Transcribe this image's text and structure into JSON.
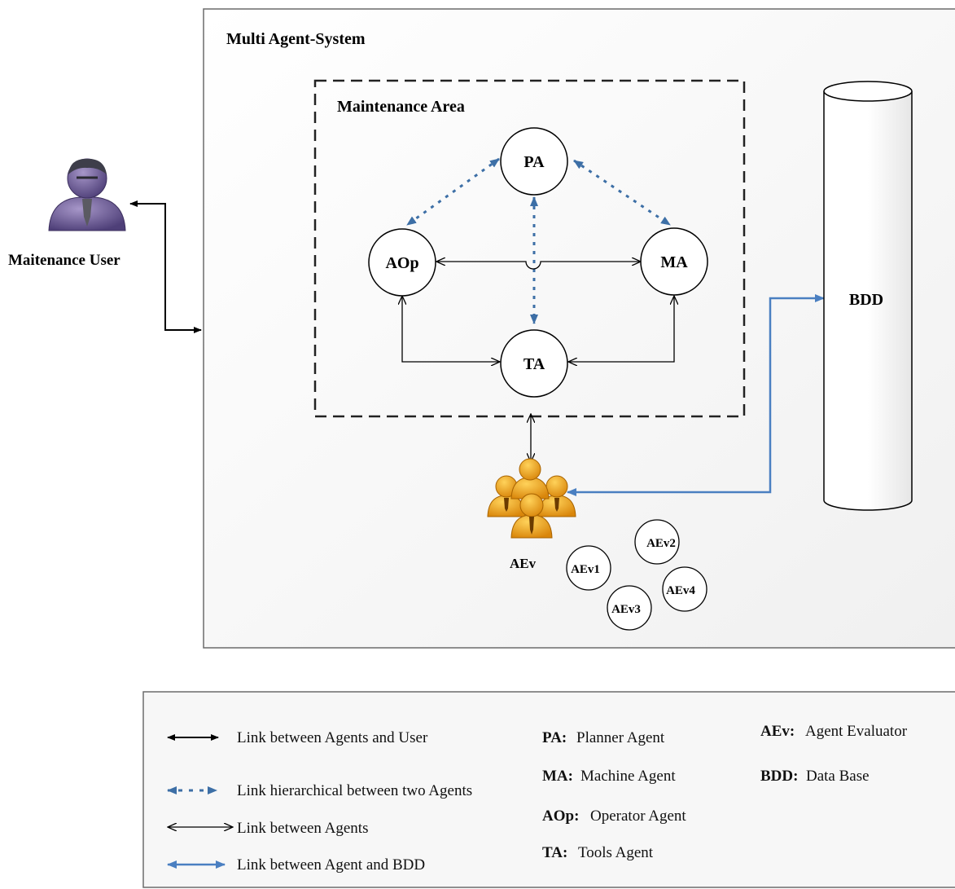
{
  "system": {
    "title": "Multi Agent-System"
  },
  "area": {
    "title": "Maintenance Area"
  },
  "user": {
    "label": "Maitenance User"
  },
  "nodes": {
    "pa": "PA",
    "aop": "AOp",
    "ma": "MA",
    "ta": "TA"
  },
  "database": {
    "label": "BDD"
  },
  "evaluators": {
    "group_label": "AEv",
    "e1": "AEv1",
    "e2": "AEv2",
    "e3": "AEv3",
    "e4": "AEv4"
  },
  "legend": {
    "link_user": "Link between Agents and User",
    "link_hier": "Link hierarchical between two Agents",
    "link_agents": "Link between Agents",
    "link_bdd": "Link between Agent and BDD",
    "pa_key": "PA:",
    "pa_val": "Planner Agent",
    "ma_key": "MA:",
    "ma_val": "Machine Agent",
    "aop_key": "AOp:",
    "aop_val": "Operator Agent",
    "ta_key": "TA:",
    "ta_val": "Tools Agent",
    "aev_key": "AEv:",
    "aev_val": "Agent Evaluator",
    "bdd_key": "BDD:",
    "bdd_val": "Data Base"
  },
  "colors": {
    "blue_link": "#4a7fc1",
    "hier_link": "#3d6fa6",
    "panel_bg": "#f7f7f7"
  }
}
